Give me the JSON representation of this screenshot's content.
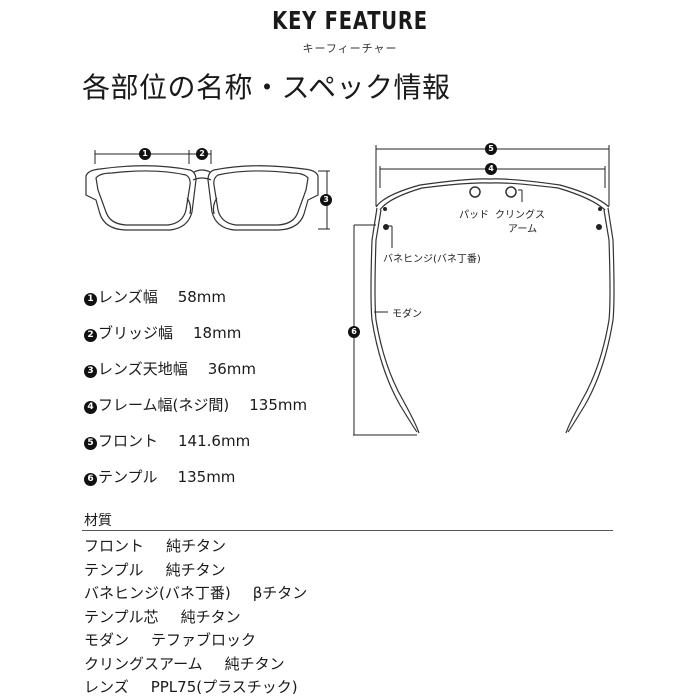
{
  "header": {
    "title": "KEY FEATURE",
    "subtitle": "キーフィーチャー"
  },
  "section": {
    "title": "各部位の名称・スペック情報"
  },
  "diagram_front": {
    "markers": [
      "1",
      "2",
      "3"
    ]
  },
  "diagram_top": {
    "markers": [
      "5",
      "4",
      "6"
    ],
    "labels": {
      "pad": "パッド",
      "clings_arm_line1": "クリングス",
      "clings_arm_line2": "アーム",
      "spring_hinge": "バネヒンジ(バネ丁番)",
      "modern": "モダン"
    }
  },
  "specs": [
    {
      "num": "1",
      "label": "レンズ幅",
      "value": "58mm"
    },
    {
      "num": "2",
      "label": "ブリッジ幅",
      "value": "18mm"
    },
    {
      "num": "3",
      "label": "レンズ天地幅",
      "value": "36mm"
    },
    {
      "num": "4",
      "label": "フレーム幅(ネジ間)",
      "value": "135mm"
    },
    {
      "num": "5",
      "label": "フロント",
      "value": "141.6mm"
    },
    {
      "num": "6",
      "label": "テンプル",
      "value": "135mm"
    }
  ],
  "materials": {
    "title": "材質",
    "items": [
      {
        "part": "フロント",
        "material": "純チタン"
      },
      {
        "part": "テンプル",
        "material": "純チタン"
      },
      {
        "part": "バネヒンジ(バネ丁番)",
        "material": "βチタン"
      },
      {
        "part": "テンプル芯",
        "material": "純チタン"
      },
      {
        "part": "モダン",
        "material": "テファブロック"
      },
      {
        "part": "クリングスアーム",
        "material": "純チタン"
      },
      {
        "part": "レンズ",
        "material": "PPL75(プラスチック)"
      }
    ]
  }
}
